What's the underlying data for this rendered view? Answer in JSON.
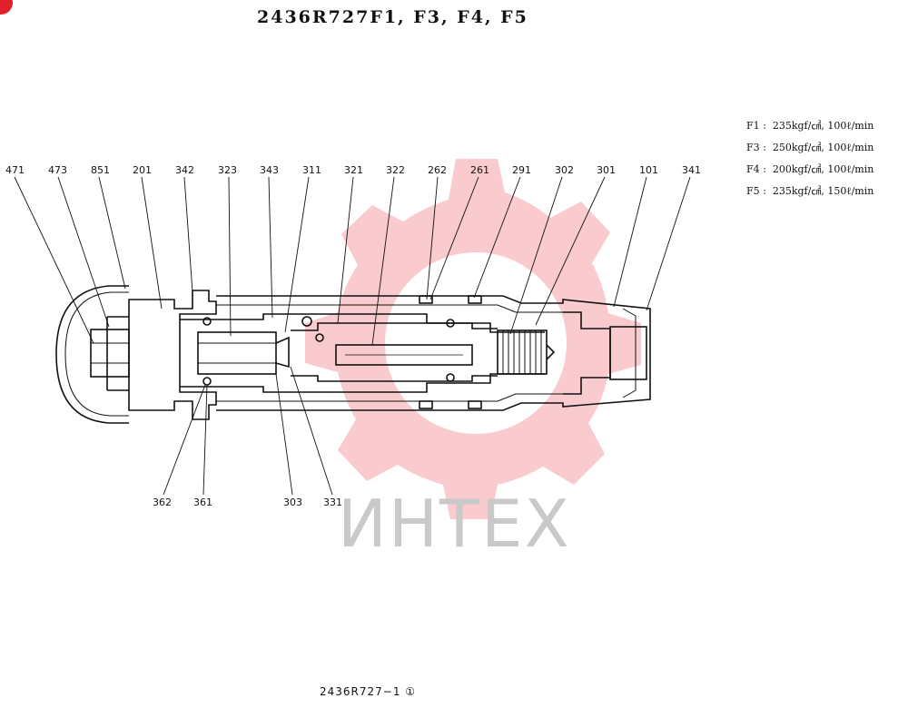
{
  "title": "2436R727F1, F3, F4, F5",
  "footer": "2436R727−1 ①",
  "watermark": {
    "text": "ИНТЕХ",
    "gear_color": "#f7b8be",
    "text_color": "#c9c9c9"
  },
  "specs": [
    {
      "code": "F1",
      "value": "235kgf/㎠, 100ℓ/min"
    },
    {
      "code": "F3",
      "value": "250kgf/㎠, 100ℓ/min"
    },
    {
      "code": "F4",
      "value": "200kgf/㎠, 100ℓ/min"
    },
    {
      "code": "F5",
      "value": "235kgf/㎠, 150ℓ/min"
    }
  ],
  "top_labels": [
    "471",
    "473",
    "851",
    "201",
    "342",
    "323",
    "343",
    "311",
    "321",
    "322",
    "262",
    "261",
    "291",
    "302",
    "301",
    "101",
    "341"
  ],
  "bottom_labels": [
    "362",
    "361",
    "303",
    "331"
  ]
}
